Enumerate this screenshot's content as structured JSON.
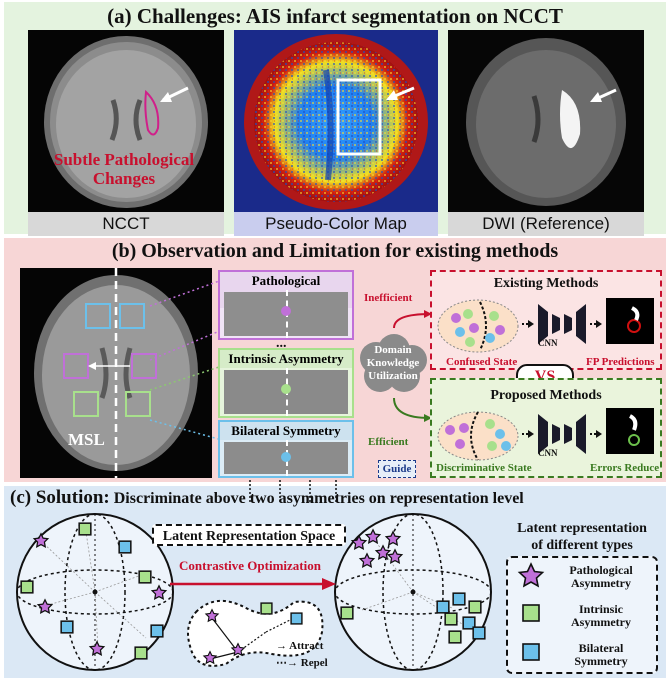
{
  "panel_a": {
    "title": "(a) Challenges:  AIS infarct segmentation on NCCT",
    "annotation": "Subtle Pathological Changes",
    "labels": [
      "NCCT",
      "Pseudo-Color Map",
      "DWI (Reference)"
    ]
  },
  "panel_b": {
    "title": "(b) Observation and Limitation for existing methods",
    "msl": "MSL",
    "patch_titles": [
      "Pathological Asymmetry",
      "Intrinsic Asymmetry",
      "Bilateral Symmetry"
    ],
    "ellipsis": "...",
    "domain_knowledge": [
      "Domain",
      "Knowledge",
      "Utilization"
    ],
    "inefficient": "Inefficient",
    "efficient": "Efficient",
    "guide": "Guide",
    "existing_title": "Existing Methods",
    "proposed_title": "Proposed Methods",
    "confused_state": "Confused State",
    "fp_predictions": "FP Predictions",
    "discriminative_state": "Discriminative State",
    "errors_reduce": "Errors Reduce",
    "cnn": "CNN",
    "vs": "VS"
  },
  "panel_c": {
    "title_bold": "(c) Solution:",
    "title_rest": " Discriminate above two asymmetries on representation level",
    "latent_space": "Latent Representation Space",
    "contrastive": "Contrastive Optimization",
    "attract": "Attract",
    "repel": "Repel",
    "legend_title": [
      "Latent representation",
      "of different types"
    ],
    "legend_items": [
      {
        "lines": [
          "Pathological",
          "Asymmetry"
        ],
        "color": "#c070d8"
      },
      {
        "lines": [
          "Intrinsic",
          "Asymmetry"
        ],
        "color": "#a8e08c"
      },
      {
        "lines": [
          "Bilateral",
          "Symmetry"
        ],
        "color": "#6cc0ea"
      }
    ]
  },
  "colors": {
    "panel_a_bg": "#e4f3df",
    "panel_b_bg": "#f7d6d6",
    "panel_c_bg": "#dbe8f5",
    "red_text": "#c8102e",
    "green_text": "#3a7a20"
  }
}
